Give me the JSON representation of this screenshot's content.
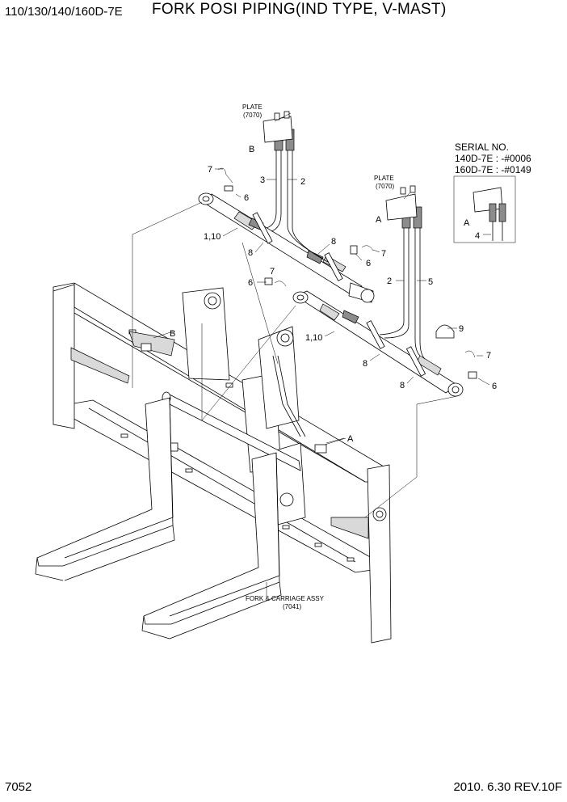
{
  "header": {
    "model": "110/130/140/160D-7E",
    "title": "FORK POSI PIPING(IND TYPE, V-MAST)"
  },
  "footer": {
    "page": "7052",
    "revision": "2010. 6.30  REV.10F"
  },
  "references": {
    "plate_top": {
      "name": "PLATE",
      "code": "(7070)"
    },
    "plate_right": {
      "name": "PLATE",
      "code": "(7070)"
    },
    "carriage": {
      "name": "FORK & CARRIAGE ASSY",
      "code": "(7041)"
    }
  },
  "serial_note": {
    "title": "SERIAL NO.",
    "line1": "140D-7E : -#0006",
    "line2": "160D-7E : -#0149"
  },
  "callouts": {
    "c_7a": "7",
    "c_6a": "6",
    "c_3": "3",
    "c_2a": "2",
    "c_110a": "1,10",
    "c_8a": "8",
    "c_8b": "8",
    "c_6b": "6",
    "c_7b": "7",
    "c_7c": "7",
    "c_6c": "6",
    "c_2b": "2",
    "c_5": "5",
    "c_110b": "1,10",
    "c_9": "9",
    "c_8c": "8",
    "c_8d": "8",
    "c_7d": "7",
    "c_6d": "6",
    "c_4": "4"
  },
  "view_markers": {
    "b_top": "B",
    "b_frame": "B",
    "a_plate": "A",
    "a_frame": "A",
    "a_inset": "A"
  }
}
